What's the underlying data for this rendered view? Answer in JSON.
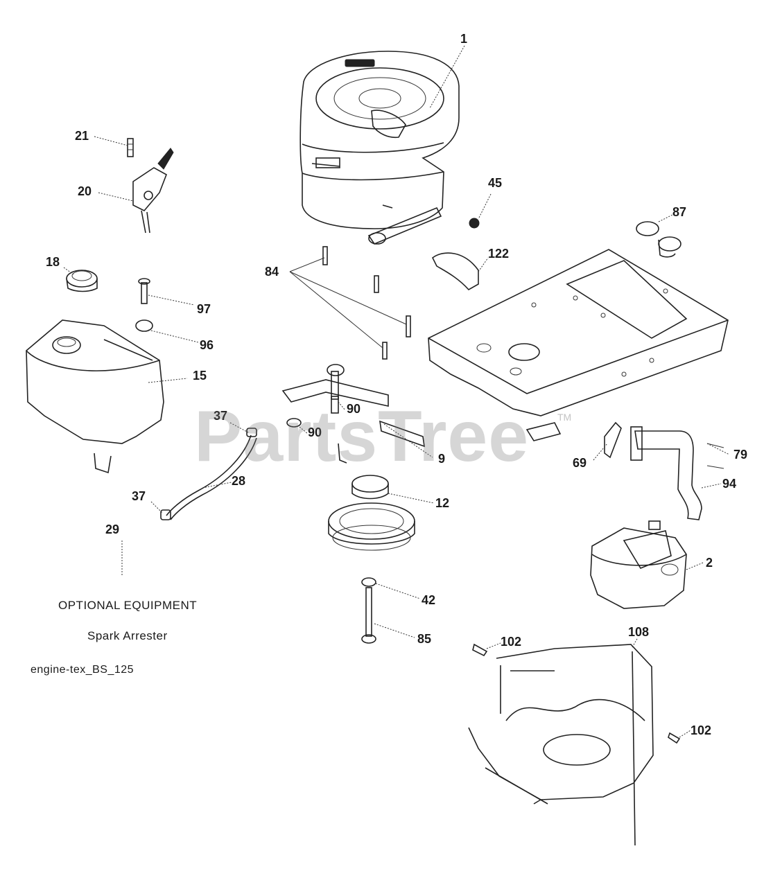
{
  "watermark": {
    "brand": "PartsTree",
    "trademark": "TM"
  },
  "notes": {
    "optional_equipment": "OPTIONAL EQUIPMENT",
    "spark_arrester": "Spark Arrester",
    "diagram_code": "engine-tex_BS_125"
  },
  "callouts": {
    "c1": "1",
    "c2": "2",
    "c9": "9",
    "c12": "12",
    "c15": "15",
    "c18": "18",
    "c20": "20",
    "c21": "21",
    "c28": "28",
    "c29": "29",
    "c37a": "37",
    "c37b": "37",
    "c42": "42",
    "c45": "45",
    "c69": "69",
    "c79": "79",
    "c84": "84",
    "c85": "85",
    "c87": "87",
    "c90a": "90",
    "c90b": "90",
    "c94": "94",
    "c96": "96",
    "c97": "97",
    "c102a": "102",
    "c102b": "102",
    "c108": "108",
    "c122": "122"
  }
}
